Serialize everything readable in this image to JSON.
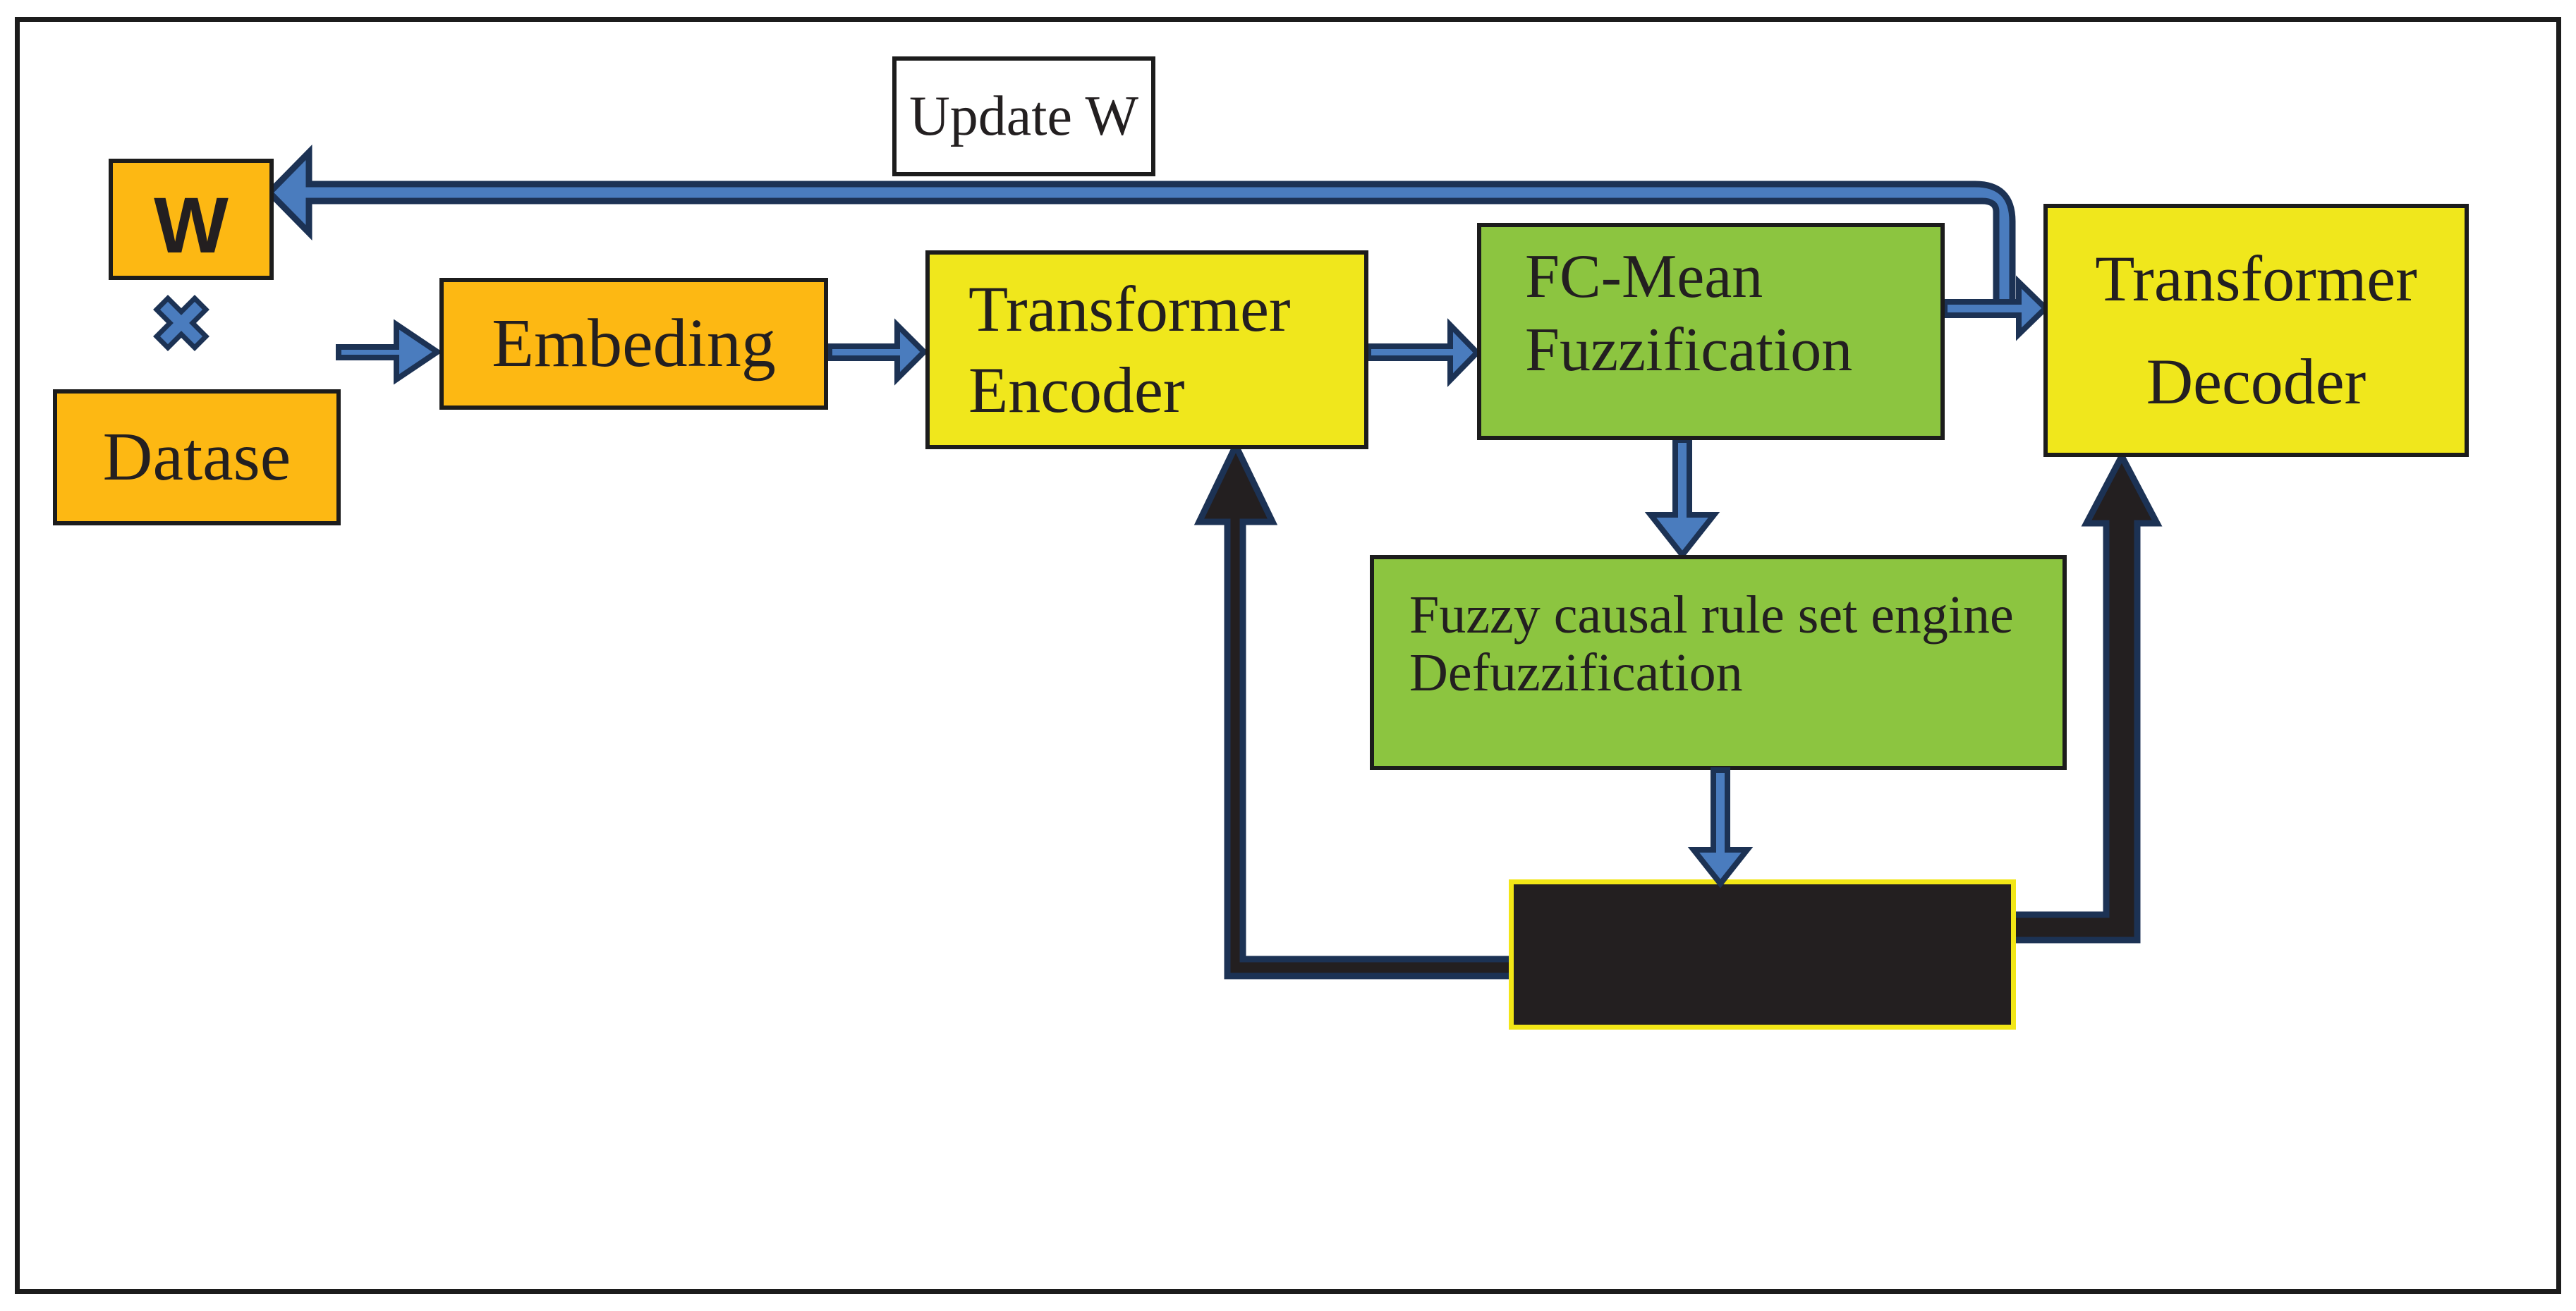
{
  "figure": {
    "type": "flow-diagram",
    "background": "#FFFFFF",
    "frame_border_color": "#1C1C1C"
  },
  "colors": {
    "orange_box": "#FDB813",
    "yellow_box": "#F0E71C",
    "green_box": "#8CC540",
    "arrow_blue_fill": "#4A7CBE",
    "arrow_navy_outline": "#1C3254",
    "black_box_fill": "#231F20",
    "black_box_border": "#F2E616",
    "text_color": "#231F20"
  },
  "boxes": {
    "w": {
      "label": "W"
    },
    "dataset": {
      "label": "Datase"
    },
    "embedding": {
      "label": "Embeding"
    },
    "update_w": {
      "label": "Update W"
    },
    "transformer_encoder": {
      "line1": "Transformer",
      "line2": "Encoder"
    },
    "fc_mean": {
      "line1": "FC-Mean",
      "line2": "Fuzzification"
    },
    "transformer_decoder": {
      "line1": "Transformer",
      "line2": "Decoder"
    },
    "fuzzy_rule_engine": {
      "line1": "Fuzzy causal rule set engine",
      "line2": "Defuzzification"
    },
    "black_box": {
      "label": ""
    }
  },
  "icons": {
    "multiply": "multiply-icon"
  }
}
